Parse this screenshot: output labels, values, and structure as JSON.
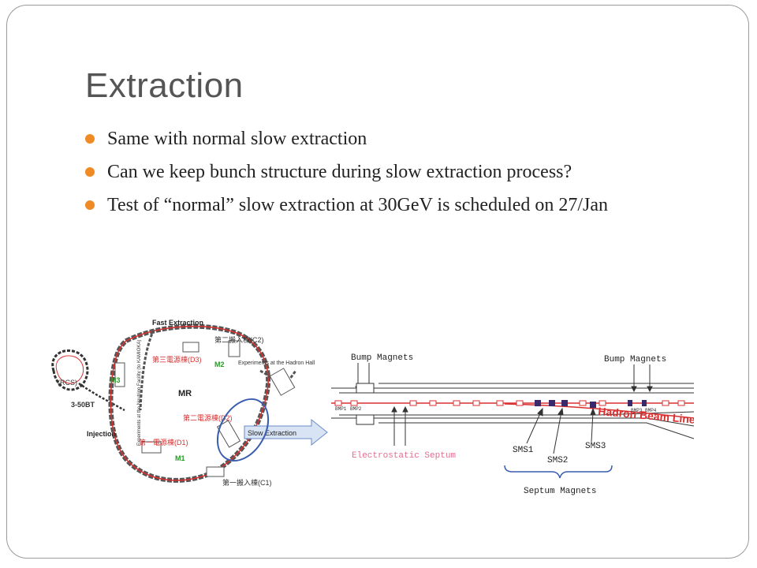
{
  "slide": {
    "title": "Extraction",
    "bullets": [
      "Same with normal slow extraction",
      "Can we keep bunch structure during slow extraction process?",
      "Test of “normal” slow extraction at 30GeV is scheduled on 27/Jan"
    ]
  },
  "ring_diagram": {
    "fast_extraction": "Fast Extraction",
    "c2": "第二搬入棟(C2)",
    "d3": "第三電源棟(D3)",
    "m2": "M2",
    "hadron_hall": "Experiments at the Hadron Hall",
    "m3": "M3",
    "mr": "MR",
    "rcs": "(RCS)",
    "bt": "3-50BT",
    "neutrino": "Experiments at the Neutrino Facility (to KAMIOKA)",
    "d2": "第二電源棟(D2)",
    "injection": "Injection",
    "slow_extraction": "Slow Extraction",
    "d1": "第一電源棟(D1)",
    "m1": "M1",
    "c1": "第一搬入棟(C1)"
  },
  "beamline_diagram": {
    "bump_left": "Bump Magnets",
    "bump_right": "Bump Magnets",
    "bmp1": "BMP1",
    "bmp2": "BMP2",
    "bmp34": "BMP3 BMP4",
    "hadron_beam_line": "Hadron Beam Line",
    "es_septum": "Electrostatic Septum",
    "sms1": "SMS1",
    "sms2": "SMS2",
    "sms3": "SMS3",
    "septum_magnets": "Septum Magnets"
  },
  "colors": {
    "bullet": "#f08a24",
    "beam_red": "#d83030",
    "highlight_blue": "#3a5db0",
    "arrow_fill": "#d8e4f4"
  }
}
